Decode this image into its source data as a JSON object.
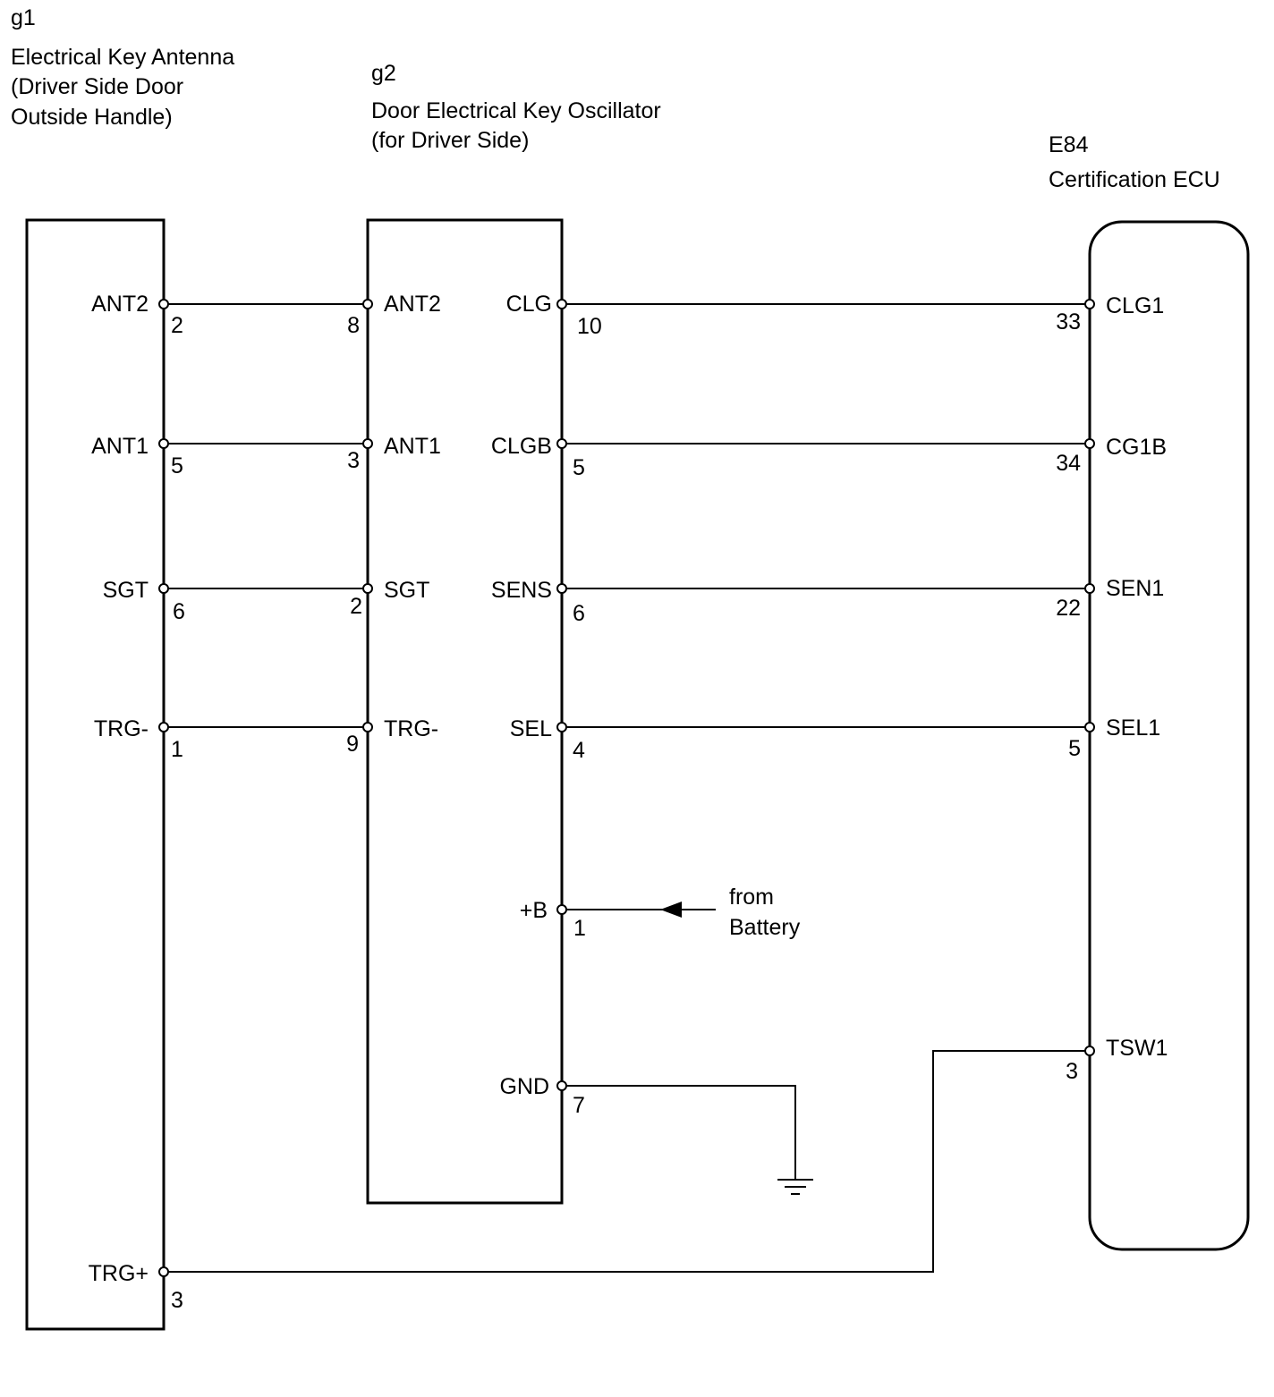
{
  "components": {
    "g1": {
      "code": "g1",
      "name_lines": [
        "Electrical Key Antenna",
        "(Driver Side Door",
        "Outside Handle)"
      ]
    },
    "g2": {
      "code": "g2",
      "name_lines": [
        "Door Electrical Key Oscillator",
        "(for Driver Side)"
      ]
    },
    "e84": {
      "code": "E84",
      "name_lines": [
        "Certification ECU"
      ]
    }
  },
  "g1_pins": [
    {
      "label": "ANT2",
      "number": "2"
    },
    {
      "label": "ANT1",
      "number": "5"
    },
    {
      "label": "SGT",
      "number": "6"
    },
    {
      "label": "TRG-",
      "number": "1"
    },
    {
      "label": "TRG+",
      "number": "3"
    }
  ],
  "g2_left_pins": [
    {
      "label": "ANT2",
      "number": "8"
    },
    {
      "label": "ANT1",
      "number": "3"
    },
    {
      "label": "SGT",
      "number": "2"
    },
    {
      "label": "TRG-",
      "number": "9"
    }
  ],
  "g2_right_pins": [
    {
      "label": "CLG",
      "number": "10"
    },
    {
      "label": "CLGB",
      "number": "5"
    },
    {
      "label": "SENS",
      "number": "6"
    },
    {
      "label": "SEL",
      "number": "4"
    },
    {
      "label": "+B",
      "number": "1"
    },
    {
      "label": "GND",
      "number": "7"
    }
  ],
  "e84_pins": [
    {
      "label": "CLG1",
      "number": "33"
    },
    {
      "label": "CG1B",
      "number": "34"
    },
    {
      "label": "SEN1",
      "number": "22"
    },
    {
      "label": "SEL1",
      "number": "5"
    },
    {
      "label": "TSW1",
      "number": "3"
    }
  ],
  "battery_label_lines": [
    "from",
    "Battery"
  ],
  "connections": [
    {
      "from": "g1:2",
      "to": "g2:8"
    },
    {
      "from": "g1:5",
      "to": "g2:3"
    },
    {
      "from": "g1:6",
      "to": "g2:2"
    },
    {
      "from": "g1:1",
      "to": "g2:9"
    },
    {
      "from": "g2:10",
      "to": "E84:33"
    },
    {
      "from": "g2:5",
      "to": "E84:34"
    },
    {
      "from": "g2:6",
      "to": "E84:22"
    },
    {
      "from": "g2:4",
      "to": "E84:5"
    },
    {
      "from": "g1:3",
      "to": "E84:3"
    },
    {
      "from": "g2:1",
      "to": "battery"
    },
    {
      "from": "g2:7",
      "to": "ground"
    }
  ]
}
